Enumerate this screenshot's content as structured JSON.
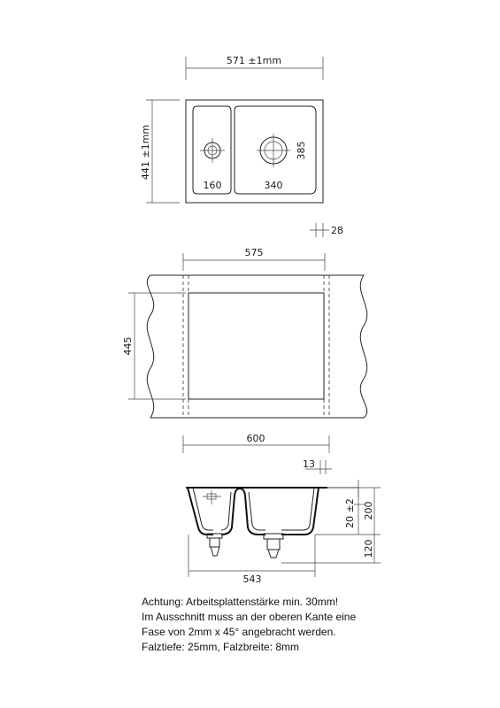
{
  "top_view": {
    "width_label": "571 ±1mm",
    "height_label": "441 ±1mm",
    "small_bowl_label": "160",
    "large_bowl_label": "340",
    "bowl_depth_label": "385"
  },
  "rim_label": "28",
  "cutout_view": {
    "top_width_label": "575",
    "height_label": "445",
    "bottom_width_label": "600"
  },
  "section_view": {
    "rim_label": "13",
    "overflow_label": "20 ±2",
    "depth_label": "200",
    "drain_label": "120",
    "base_width_label": "543"
  },
  "notes": [
    "Achtung: Arbeitsplattenstärke min. 30mm!",
    "Im Ausschnitt muss an der oberen Kante eine",
    "Fase von 2mm x 45° angebracht werden.",
    "Falztiefe: 25mm, Falzbreite: 8mm"
  ]
}
